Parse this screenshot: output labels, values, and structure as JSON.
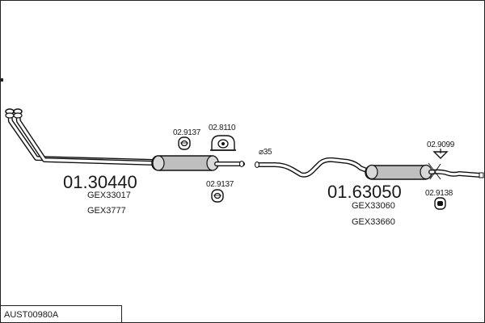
{
  "diagram": {
    "reference": "AUST00980A",
    "front_section": {
      "part_number": "01.30440",
      "oem_refs": [
        "GEX33017",
        "GEX3777"
      ]
    },
    "rear_section": {
      "part_number": "01.63050",
      "oem_refs": [
        "GEX33060",
        "GEX33660"
      ]
    },
    "accessories": {
      "clamp_top": "02.9137",
      "rubber_mount": "02.8110",
      "clamp_bottom": "02.9137",
      "hanger_top": "02.9099",
      "hanger_bottom": "02.9138"
    },
    "pipe_diameter": "⌀35"
  }
}
